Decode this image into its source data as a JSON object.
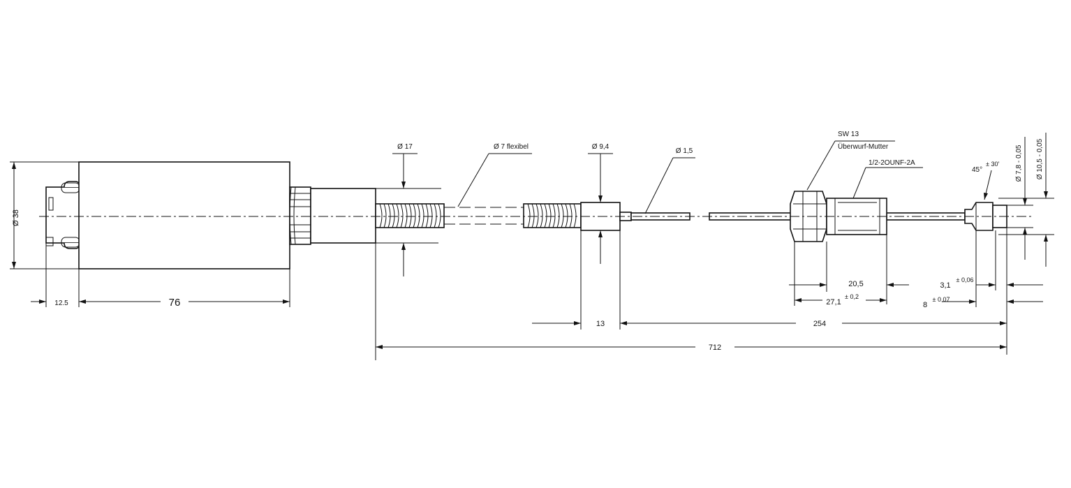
{
  "drawing": {
    "labels": {
      "dia_38": "Ø 38",
      "len_12_5": "12.5",
      "len_76": "76",
      "dia_17": "Ø 17",
      "dia_7": "Ø 7 flexibel",
      "dia_9_4": "Ø 9,4",
      "dia_1_5": "Ø 1,5",
      "sw_13": "SW 13",
      "nut": "Überwurf-Mutter",
      "thread": "1/2-2OUNF-2A",
      "angle": "45°",
      "angle_tol": "± 30'",
      "dia_7_8": "Ø 7,8 - 0,05",
      "dia_10_5": "Ø 10,5 - 0,05",
      "len_20_5": "20,5",
      "len_27_1": "27,1",
      "tol_27_1": "± 0,2",
      "len_3_1": "3,1",
      "tol_3_1": "± 0,06",
      "len_8": "8",
      "tol_8": "± 0,07",
      "len_13": "13",
      "len_254": "254",
      "len_712": "712"
    }
  }
}
